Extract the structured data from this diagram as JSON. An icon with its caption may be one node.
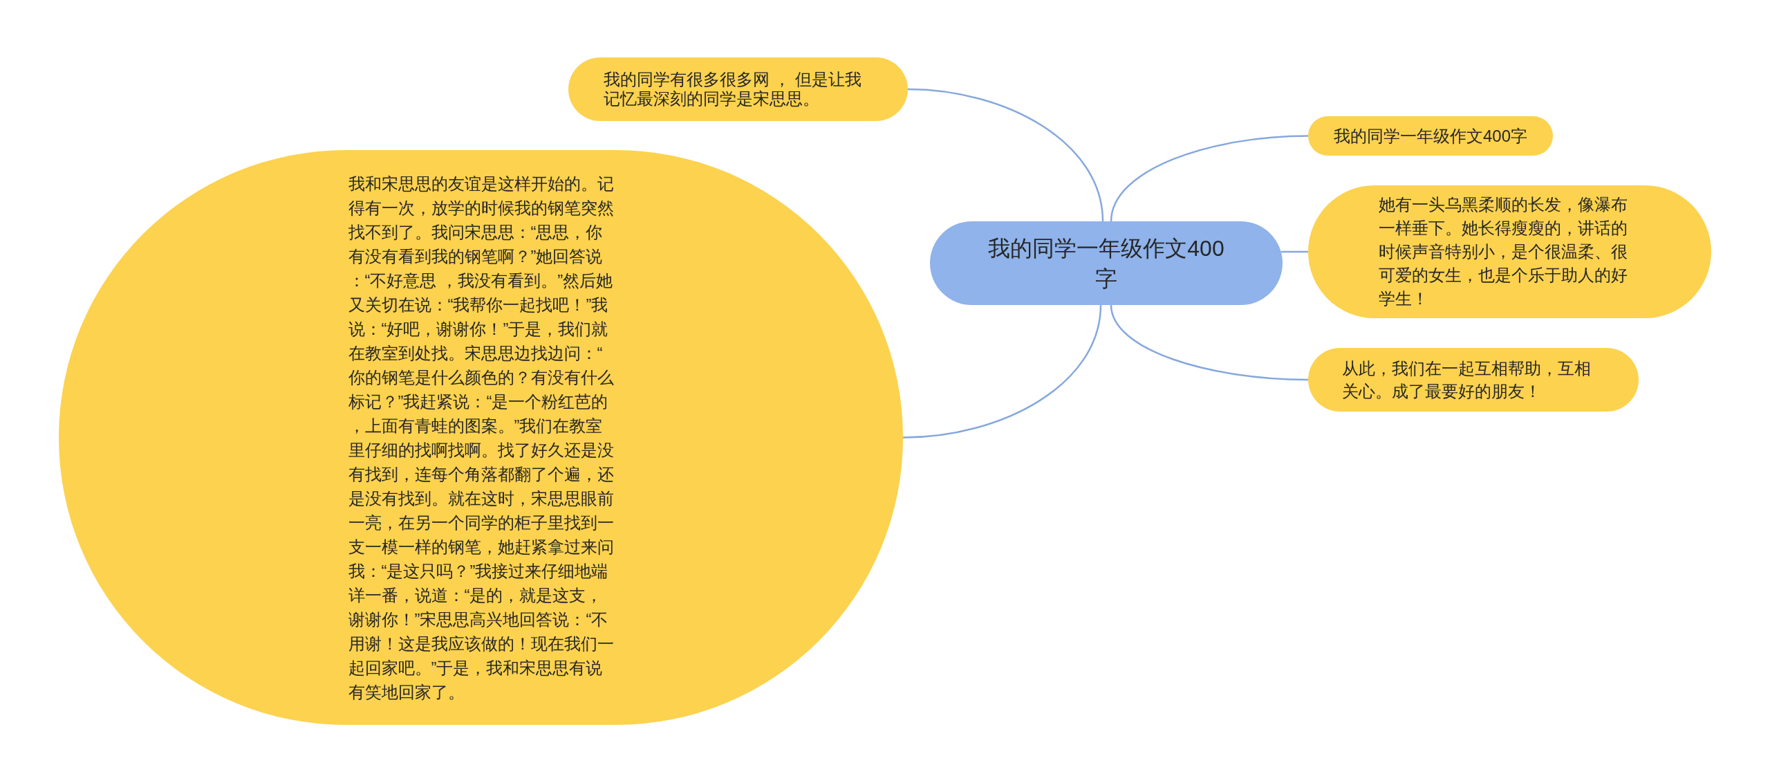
{
  "diagram": {
    "nodes": [
      {
        "text": [
          "我的同学一年级作文400字"
        ]
      },
      {
        "text": [
          "我的同学有很多很多网 ， 但是让我记忆最深刻的同学是宋思思。"
        ]
      },
      {
        "text": [
          "我和宋思思的友谊是这样开始的。记得有一次，放学的时候我的钢笔突然找不到了。我问宋思思：“思思，你有没有看到我的钢笔啊？”她回答说：“不好意思 ，我没有看到。”然后她又关切在说：“我帮你一起找吧！”我说：“好吧，谢谢你！”于是，我们就在教室到处找。宋思思边找边问：“你的钢笔是什么颜色的？有没有什么标记？”我赶紧说：“是一个粉红芭的，上面有青蛙的图案。”我们在教室里仔细的找啊找啊。找了好久还是没有找到，连每个角落都翻了个遍，还是没有找到。就在这时，宋思思眼前一亮，在另一个同学的柜子里找到一支一模一样的钢笔，她赶紧拿过来问我：“是这只吗？”我接过来仔细地端详一番，说道：“是的，就是这支，谢谢你！”宋思思高兴地回答说：“不用谢！这是我应该做的！现在我们一起回家吧。”于是，我和宋思思有说有笑地回家了。"
        ]
      },
      {
        "text": [
          "我的同学一年级作文400字"
        ]
      },
      {
        "text": [
          "她有一头乌黑柔顺的长发，像瀑布一样垂下。她长得瘦瘦的，讲话的时候声音特别小，是个很温柔、很可爱的女生，也是个乐于助人的好学生！"
        ]
      },
      {
        "text": [
          "从此，我们在一起互相帮助，互相关心。成了最要好的朋友！"
        ]
      }
    ],
    "edges": [
      {
        "from": 0,
        "to": 1,
        "arrow": "none"
      },
      {
        "from": 0,
        "to": 2,
        "arrow": "none"
      },
      {
        "from": 0,
        "to": 3,
        "arrow": "none"
      },
      {
        "from": 0,
        "to": 4,
        "arrow": "none"
      },
      {
        "from": 0,
        "to": 5,
        "arrow": "none"
      }
    ]
  }
}
